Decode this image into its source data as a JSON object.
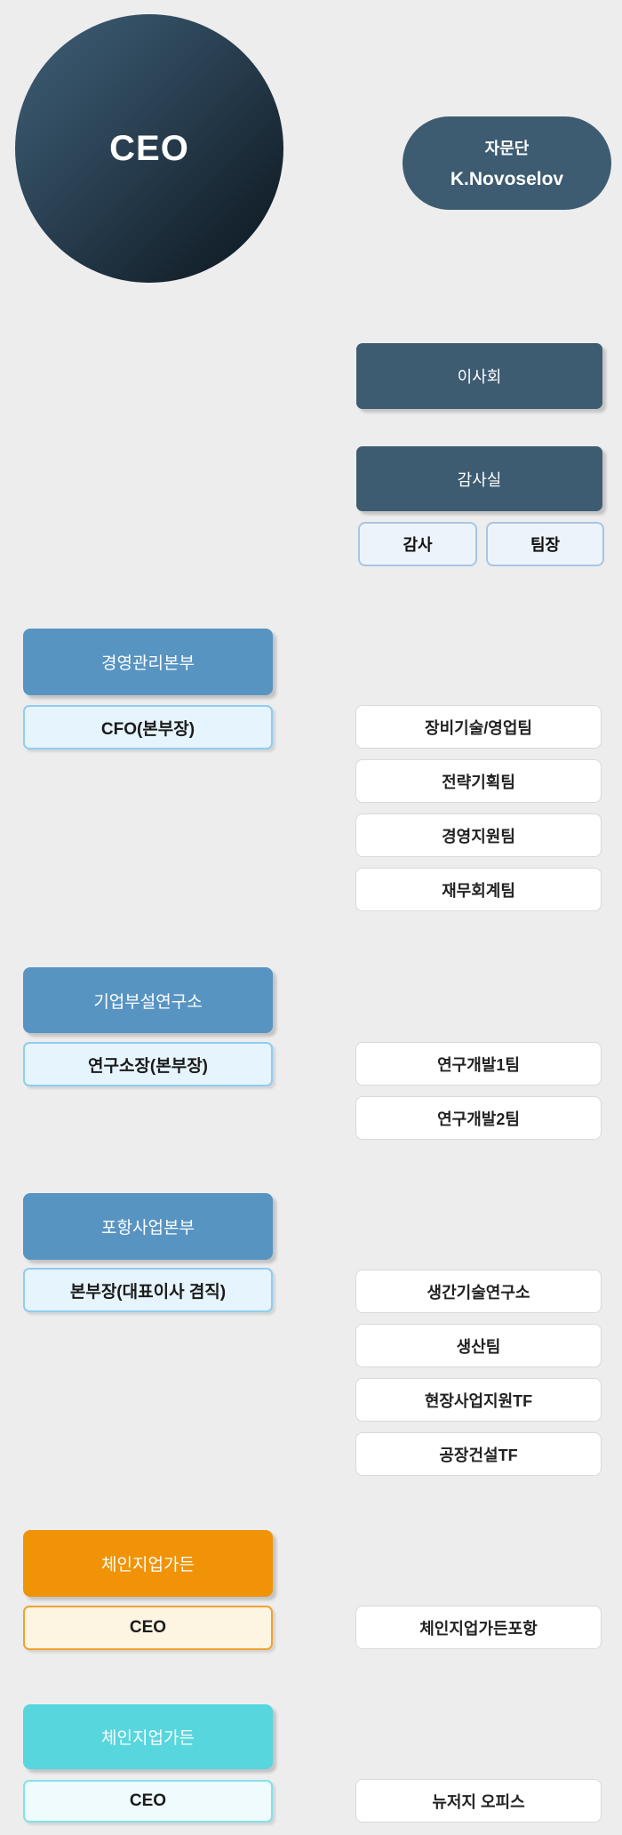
{
  "palette": {
    "background": "#ededee",
    "dark_slate": "#3d5c72",
    "blue": "#5794c2",
    "orange": "#f09307",
    "teal": "#57d6de",
    "white_box_border": "#d9d9d9",
    "light_blue_fill": "#e6f4fd",
    "light_blue_border": "#8fcdf0",
    "audit_fill": "#edf3fa",
    "audit_border": "#a6c6e4",
    "cream_fill": "#fdf4e2",
    "cream_border": "#f0a230",
    "light_teal_fill": "#effbfc",
    "light_teal_border": "#82e2e8"
  },
  "ceo_circle": {
    "label": "CEO"
  },
  "advisory": {
    "title": "자문단",
    "name": "K.Novoselov"
  },
  "board": {
    "label": "이사회"
  },
  "audit": {
    "header": "감사실",
    "members": [
      "감사",
      "팀장"
    ]
  },
  "sections": [
    {
      "header": "경영관리본부",
      "head": "CFO(본부장)",
      "teams": [
        "장비기술/영업팀",
        "전략기획팀",
        "경영지원팀",
        "재무회계팀"
      ]
    },
    {
      "header": "기업부설연구소",
      "head": "연구소장(본부장)",
      "teams": [
        "연구개발1팀",
        "연구개발2팀"
      ]
    },
    {
      "header": "포항사업본부",
      "head": "본부장(대표이사 겸직)",
      "teams": [
        "생간기술연구소",
        "생산팀",
        "현장사업지원TF",
        "공장건설TF"
      ]
    },
    {
      "header": "체인지업가든",
      "head": "CEO",
      "teams": [
        "체인지업가든포항"
      ]
    },
    {
      "header": "체인지업가든",
      "head": "CEO",
      "teams": [
        "뉴저지 오피스"
      ]
    }
  ]
}
